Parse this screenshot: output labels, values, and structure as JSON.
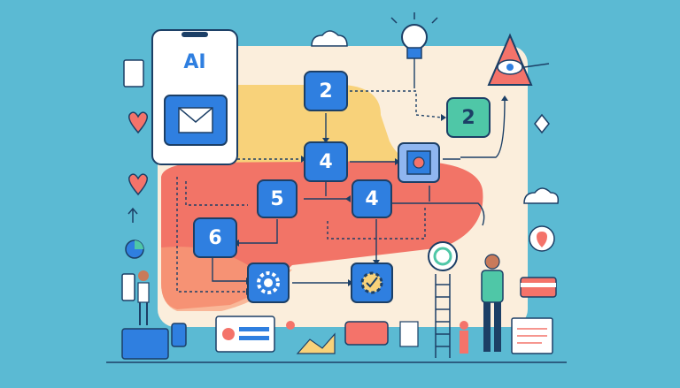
{
  "phone": {
    "label": "AI"
  },
  "nodes": [
    {
      "id": "n2-top",
      "label": "2"
    },
    {
      "id": "n2-right",
      "label": "2"
    },
    {
      "id": "n4-center",
      "label": "4"
    },
    {
      "id": "n5",
      "label": "5"
    },
    {
      "id": "n4-right",
      "label": "4"
    },
    {
      "id": "n6",
      "label": "6"
    }
  ],
  "icons": [
    "envelope-icon",
    "lightbulb-icon",
    "eye-pyramid-icon",
    "gear-icon",
    "gear-check-icon",
    "target-icon",
    "cloud-icon",
    "heart-icon",
    "leaf-icon",
    "document-icon",
    "refresh-icon"
  ],
  "colors": {
    "background": "#5bbad3",
    "panel": "#fdf0dc",
    "yellow": "#f8d27a",
    "coral": "#f4736a",
    "node": "#2f7fe0",
    "teal": "#4fc7a7",
    "outline": "#1c3f66"
  }
}
